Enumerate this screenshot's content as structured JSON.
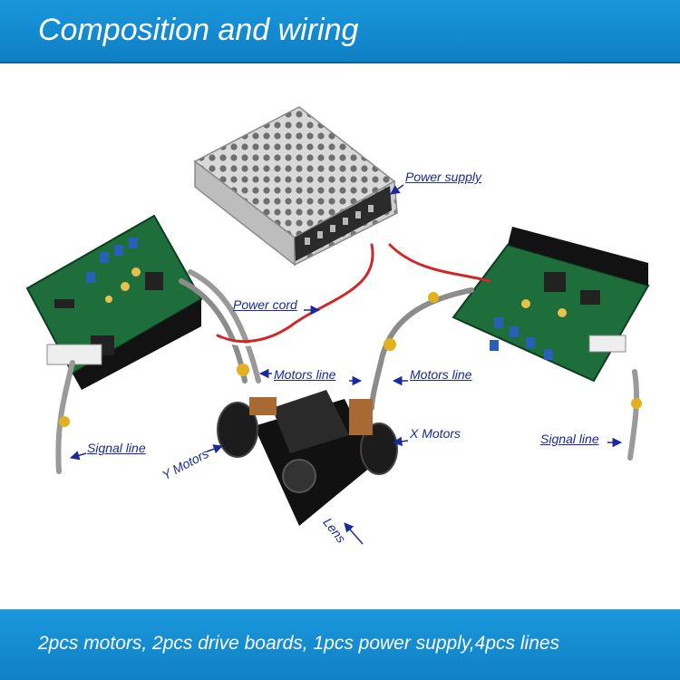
{
  "header": {
    "title": "Composition and wiring"
  },
  "labels": {
    "power_supply": "Power supply",
    "power_cord": "Power cord",
    "motors_line_left": "Motors line",
    "motors_line_right": "Motors line",
    "signal_line_left": "Signal line",
    "signal_line_right": "Signal line",
    "x_motors": "X Motors",
    "y_motors": "Y Motors",
    "lens": "Lens"
  },
  "footer": {
    "caption": "2pcs motors, 2pcs drive boards, 1pcs power supply,4pcs lines"
  },
  "colors": {
    "banner": "#1590d6",
    "label_text": "#1a2a9a",
    "pcb": "#1d6e3a",
    "bracket": "#111111",
    "psu": "#c8c8c8"
  }
}
